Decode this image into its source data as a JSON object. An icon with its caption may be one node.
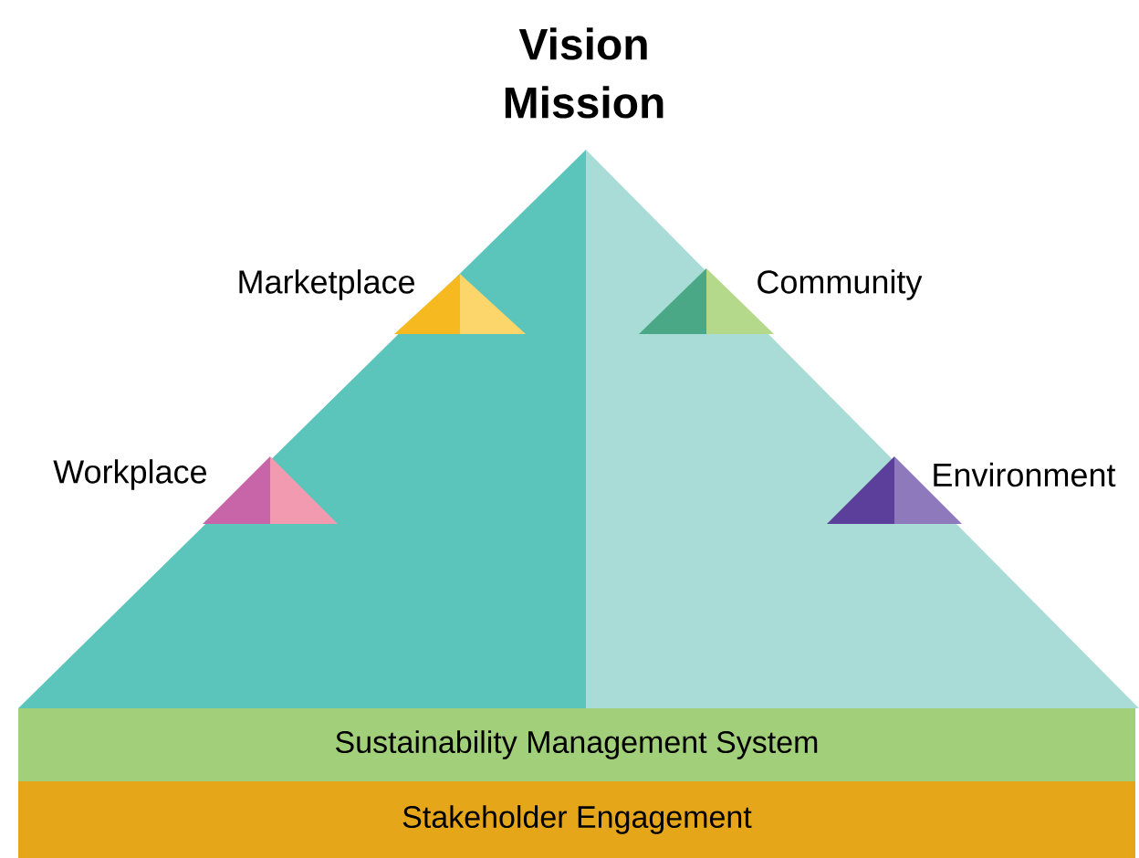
{
  "diagram": {
    "title": "Vision Mission",
    "nodes": [
      {
        "text": [
          "Sustainability Management System"
        ]
      },
      {
        "text": [
          "Stakeholder Engagement"
        ]
      }
    ],
    "labels": [
      "Marketplace",
      "Community",
      "Workplace",
      "Environment"
    ]
  }
}
